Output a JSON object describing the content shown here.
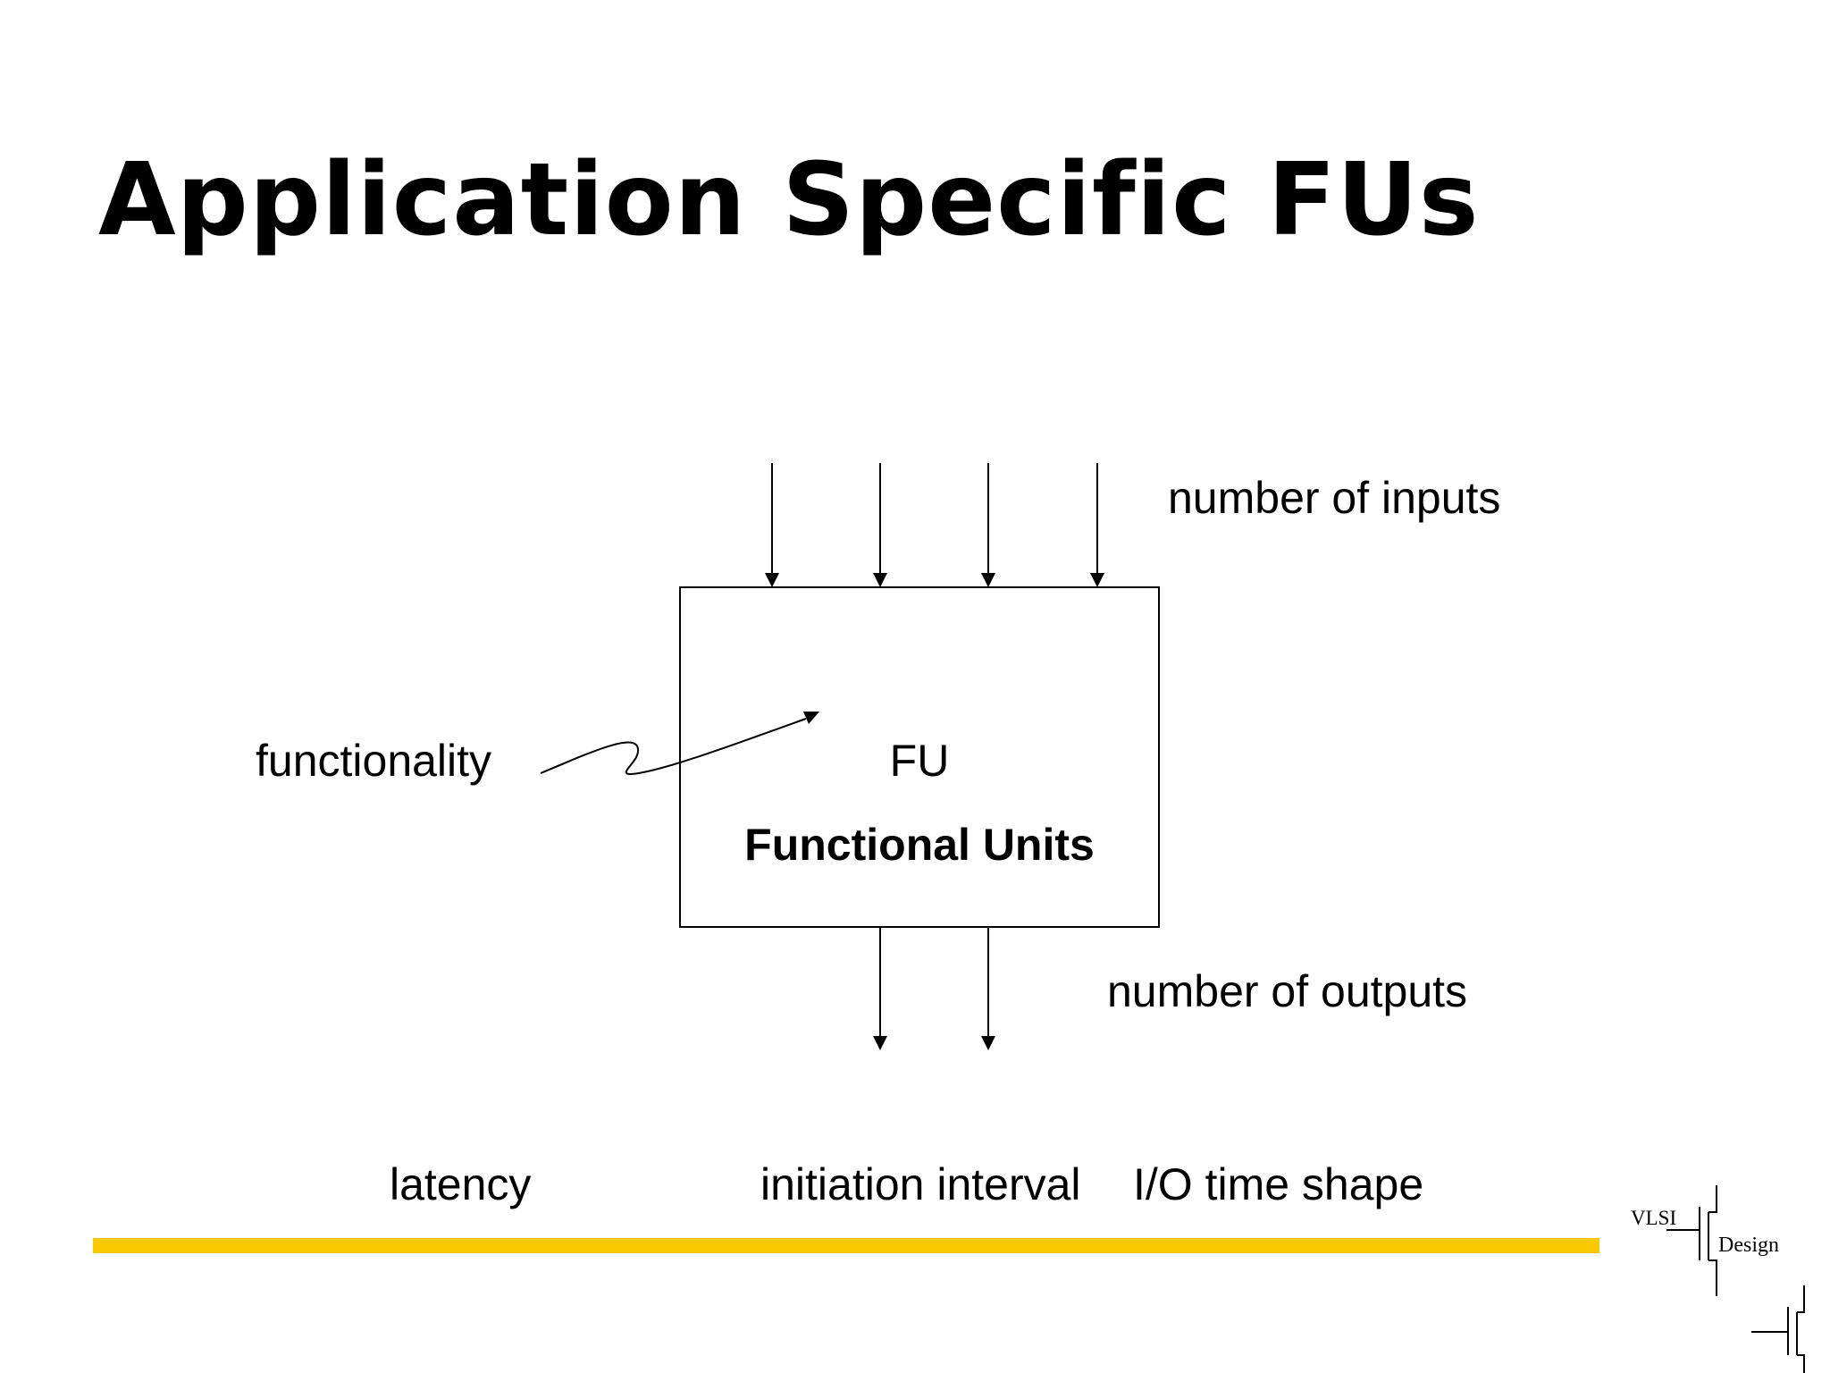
{
  "slide": {
    "title": "Application Specific FUs"
  },
  "diagram": {
    "box_label": "FU",
    "box_sublabel": "Functional Units",
    "input_count": 4,
    "output_count": 2,
    "labels": {
      "inputs": "number of inputs",
      "outputs": "number of outputs",
      "functionality": "functionality"
    }
  },
  "bottom_labels": {
    "latency": "latency",
    "initiation_interval": "initiation interval",
    "io_time_shape": "I/O time shape"
  },
  "logo": {
    "line1": "VLSI",
    "line2": "Design"
  },
  "colors": {
    "accent_bar": "#FCC900",
    "ink": "#000000",
    "background": "#FFFFFF"
  }
}
